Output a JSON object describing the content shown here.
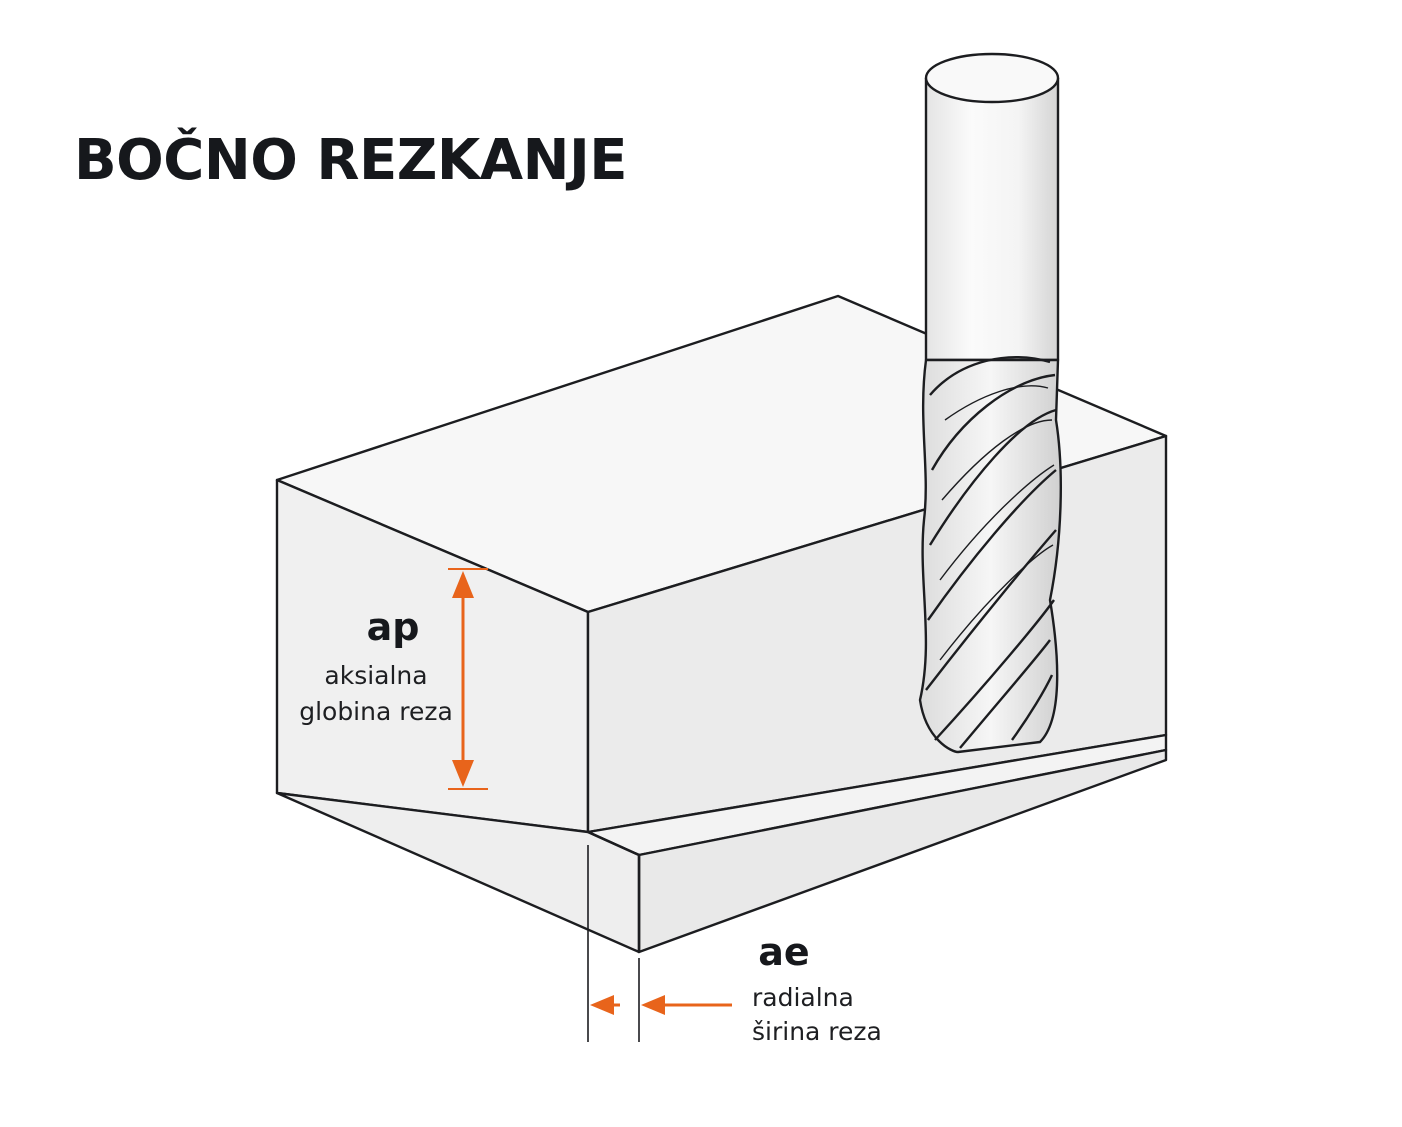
{
  "title": "BOČNO REZKANJE",
  "colors": {
    "accent": "#e8641b",
    "line": "#1c1d20",
    "block_top": "#f7f7f7",
    "block_left": "#f0f0f0",
    "block_right": "#ebebeb",
    "step_front": "#e9e9e9",
    "step_top": "#f3f3f3",
    "tool": "#f5f5f5"
  },
  "dimensions": {
    "ap": {
      "symbol": "ap",
      "desc_line1": "aksialna",
      "desc_line2": "globina reza"
    },
    "ae": {
      "symbol": "ae",
      "desc_line1": "radialna",
      "desc_line2": "širina reza"
    }
  },
  "icons": {
    "dimension_arrow": "double-arrow-icon",
    "tool": "end-mill-icon"
  }
}
